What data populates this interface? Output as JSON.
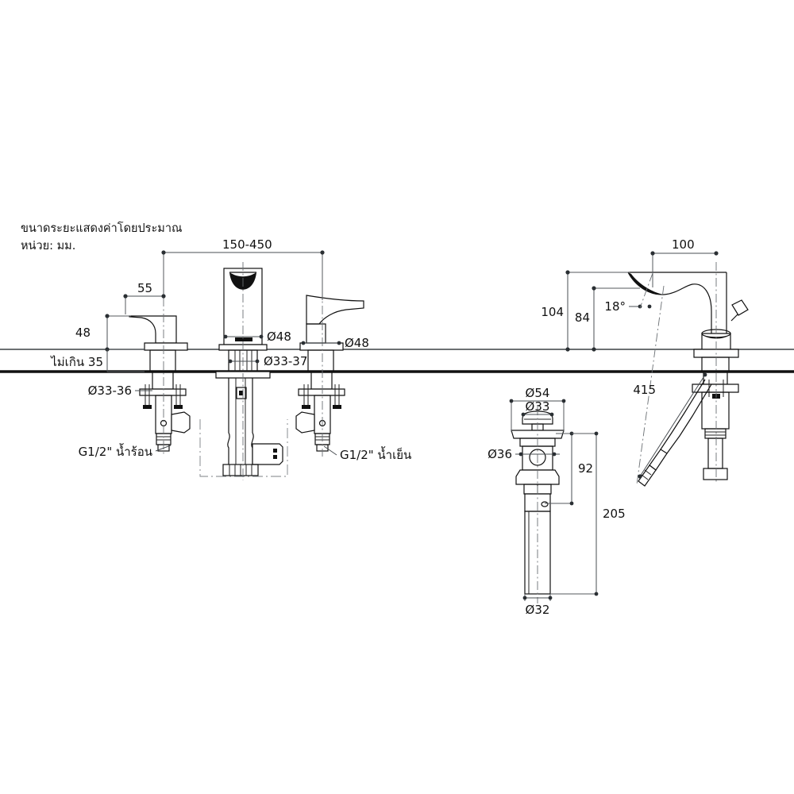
{
  "document": {
    "type": "technical-dimension-drawing",
    "subject": "Basin faucet set and pop-up drain dimensions",
    "units_note_line1": "ขนาดระยะแสดงค่าโดยประมาณ",
    "units_note_line2": "หน่วย: มม."
  },
  "left_assembly": {
    "name": "three-hole-basin-mixer",
    "dimensions": {
      "spread": "150-450",
      "handle_offset": "55",
      "handle_height": "48",
      "deck_thickness": "ไม่เกิน 35",
      "hole_left": "Ø33-36",
      "hole_center": "Ø33-37",
      "spout_base_dia": "Ø48",
      "handle_base_dia": "Ø48"
    },
    "labels": {
      "hot_supply": "G1/2\" น้ำร้อน",
      "cold_supply": "G1/2\" น้ำเย็น"
    }
  },
  "drain_assembly": {
    "name": "pop-up-drain",
    "dimensions": {
      "flange_dia": "Ø54",
      "cap_dia": "Ø33",
      "body_dia": "Ø36",
      "tail_dia": "Ø32",
      "overflow_height": "92",
      "total_length": "205"
    }
  },
  "right_assembly": {
    "name": "single-hole-basin-mixer",
    "dimensions": {
      "spout_reach": "100",
      "spout_height": "104",
      "aerator_height": "84",
      "spout_angle": "18°",
      "hose_length": "415"
    }
  },
  "colors": {
    "line": "#111111",
    "dimension": "#4a4f53",
    "centerline": "#6a6f73",
    "background": "#ffffff"
  }
}
